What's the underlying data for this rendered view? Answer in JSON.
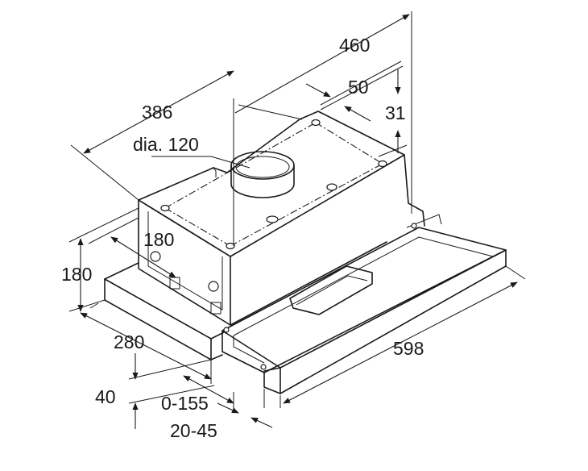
{
  "dimensions": {
    "depth_total": "460",
    "duct_offset": "50",
    "outlet_height": "31",
    "duct_depth": "386",
    "duct_diameter": "dia. 120",
    "side_height": "180",
    "body_height": "180",
    "body_depth": "280",
    "front_height": "40",
    "extension": "0-155",
    "front_offset": "20-45",
    "width": "598"
  },
  "colors": {
    "line": "#1a1a1a",
    "background": "#ffffff"
  }
}
